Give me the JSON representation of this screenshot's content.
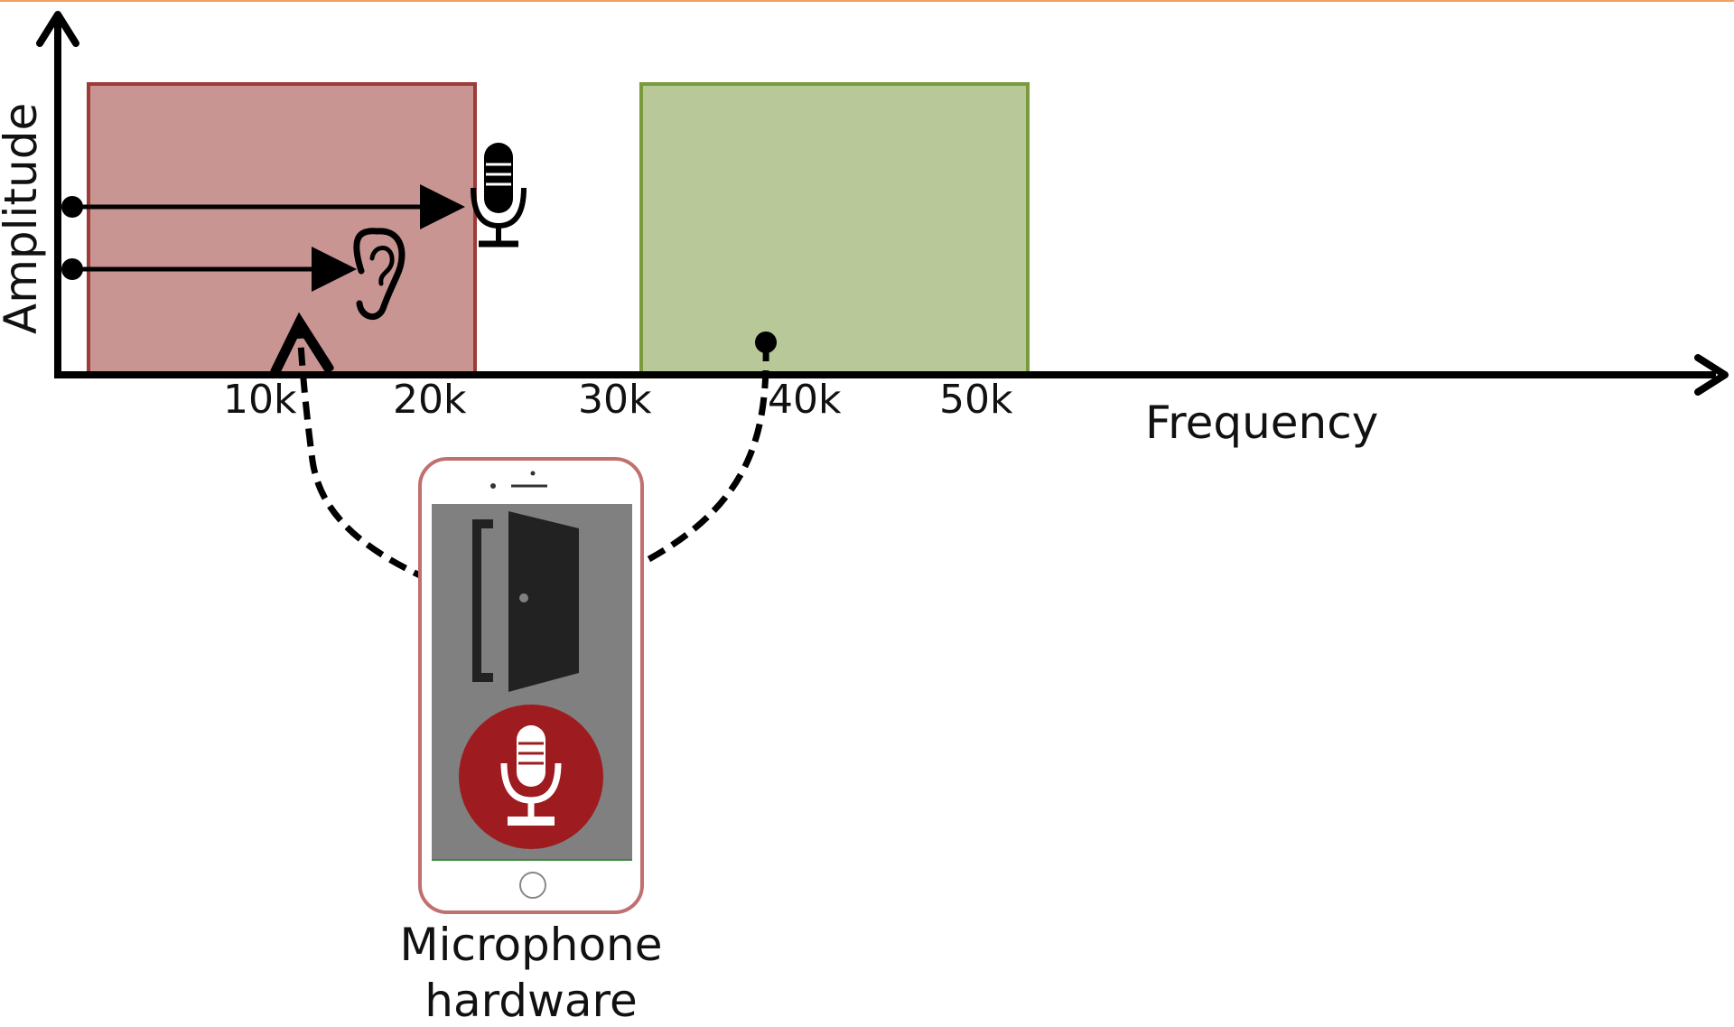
{
  "axes": {
    "x_label": "Frequency",
    "y_label": "Amplitude",
    "x_ticks": [
      "10k",
      "20k",
      "30k",
      "40k",
      "50k"
    ]
  },
  "bands": [
    {
      "kind": "audible",
      "fill": "#C89592",
      "stroke": "#9E3B38"
    },
    {
      "kind": "ultrasonic",
      "fill": "#B9C899",
      "stroke": "#7A9A3E"
    }
  ],
  "icons": {
    "microphone": "microphone-icon",
    "ear": "ear-icon",
    "door": "door-icon",
    "record": "record-microphone-icon",
    "phone": "smartphone-icon"
  },
  "colors": {
    "accent_line": "#F0A060",
    "record_button": "#9E1C20",
    "phone_screen": "#808080",
    "phone_frame": "#C0706E"
  },
  "caption": {
    "line1": "Microphone",
    "line2": "hardware"
  }
}
